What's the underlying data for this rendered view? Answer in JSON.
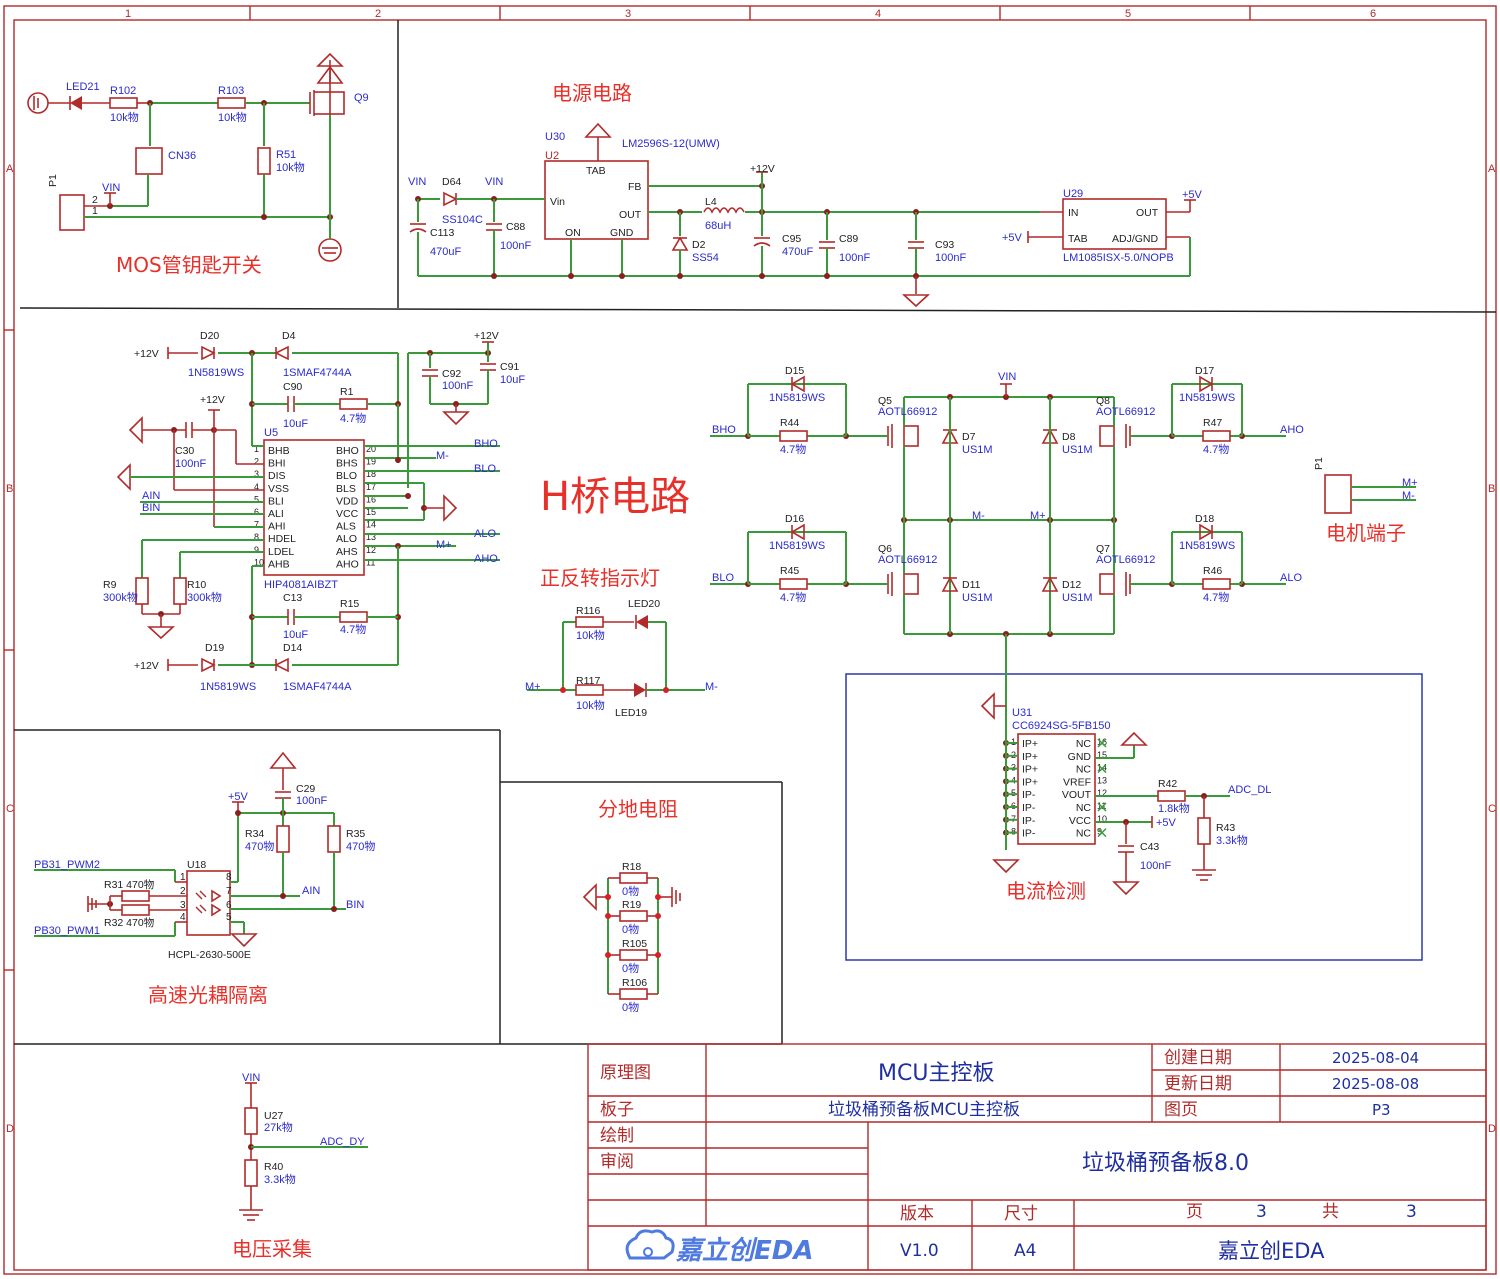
{
  "sheet": {
    "columns": [
      "1",
      "2",
      "3",
      "4",
      "5",
      "6"
    ],
    "rows": [
      "A",
      "B",
      "C",
      "D"
    ]
  },
  "sections": {
    "mos_switch": "MOS管钥匙开关",
    "power": "电源电路",
    "hbridge": "H桥电路",
    "direction_led": "正反转指示灯",
    "motor_terminal": "电机端子",
    "current_sense": "电流检测",
    "optocoupler": "高速光耦隔离",
    "ground_split": "分地电阻",
    "voltage_sense": "电压采集"
  },
  "mos_switch": {
    "led": "LED21",
    "r102": "R102",
    "r102_val": "10k物",
    "r103": "R103",
    "r103_val": "10k物",
    "r51": "R51",
    "r51_val": "10k物",
    "cn36": "CN36",
    "q9": "Q9",
    "p1": "P1",
    "vin": "VIN",
    "pin2": "2",
    "pin1": "1"
  },
  "power": {
    "u30": "U30",
    "u2": "U2",
    "lm2596": "LM2596S-12(UMW)",
    "pin_tab": "TAB",
    "pin_vin": "Vin",
    "pin_fb": "FB",
    "pin_out": "OUT",
    "pin_on": "ON",
    "pin_gnd": "GND",
    "vin1": "VIN",
    "vin2": "VIN",
    "d64": "D64",
    "d64_val": "SS104C",
    "c113": "C113",
    "c113_val": "470uF",
    "c88": "C88",
    "c88_val": "100nF",
    "l4": "L4",
    "l4_val": "68uH",
    "d2": "D2",
    "d2_val": "SS54",
    "p12v": "+12V",
    "c95": "C95",
    "c95_val": "470uF",
    "c89": "C89",
    "c89_val": "100nF",
    "c93": "C93",
    "c93_val": "100nF",
    "u29": "U29",
    "lm1085": "LM1085ISX-5.0/NOPB",
    "pin_in": "IN",
    "pin_out2": "OUT",
    "pin_tab2": "TAB",
    "pin_adj": "ADJ/GND",
    "p5v_a": "+5V",
    "p5v_b": "+5V"
  },
  "driver": {
    "d20": "D20",
    "d20_val": "1N5819WS",
    "d4": "D4",
    "d4_val": "1SMAF4744A",
    "c90": "C90",
    "c90_val": "10uF",
    "r1": "R1",
    "r1_val": "4.7物",
    "c92": "C92",
    "c92_val": "100nF",
    "c91": "C91",
    "c91_val": "10uF",
    "c30": "C30",
    "c30_val": "100nF",
    "u5": "U5",
    "part": "HIP4081AIBZT",
    "left_pins": [
      "BHB",
      "BHI",
      "DIS",
      "VSS",
      "BLI",
      "ALI",
      "AHI",
      "HDEL",
      "LDEL",
      "AHB"
    ],
    "right_pins": [
      "BHO",
      "BHS",
      "BLO",
      "BLS",
      "VDD",
      "VCC",
      "ALS",
      "ALO",
      "AHS",
      "AHO"
    ],
    "nets_right": [
      "BHO",
      "M-",
      "BLO",
      "ALO",
      "M+",
      "AHO"
    ],
    "ain": "AIN",
    "bin": "BIN",
    "r9": "R9",
    "r9_val": "300k物",
    "r10": "R10",
    "r10_val": "300k物",
    "c13": "C13",
    "c13_val": "10uF",
    "r15": "R15",
    "r15_val": "4.7物",
    "d19": "D19",
    "d19_val": "1N5819WS",
    "d14": "D14",
    "d14_val": "1SMAF4744A",
    "p12v": "+12V"
  },
  "bridge": {
    "vin": "VIN",
    "d15": "D15",
    "d16": "D16",
    "d17": "D17",
    "d18": "D18",
    "diode_val": "1N5819WS",
    "q5": "Q5",
    "q6": "Q6",
    "q7": "Q7",
    "q8": "Q8",
    "q_val": "AOTL66912",
    "r44": "R44",
    "r45": "R45",
    "r46": "R46",
    "r47": "R47",
    "r_val": "4.7物",
    "d7": "D7",
    "d8": "D8",
    "d11": "D11",
    "d12": "D12",
    "us_val": "US1M",
    "bho": "BHO",
    "blo": "BLO",
    "aho": "AHO",
    "alo": "ALO",
    "mminus": "M-",
    "mplus": "M+"
  },
  "leds": {
    "r116": "R116",
    "r117": "R117",
    "val": "10k物",
    "led20": "LED20",
    "led19": "LED19",
    "mplus": "M+",
    "mminus": "M-"
  },
  "motor": {
    "p1": "P1",
    "mplus": "M+",
    "mminus": "M-"
  },
  "current": {
    "u31": "U31",
    "part": "CC6924SG-5FB150",
    "left_pins": [
      "IP+",
      "IP+",
      "IP+",
      "IP+",
      "IP-",
      "IP-",
      "IP-",
      "IP-"
    ],
    "right_pins": [
      "NC",
      "GND",
      "NC",
      "VREF",
      "VOUT",
      "NC",
      "VCC",
      "NC"
    ],
    "r42": "R42",
    "r42_val": "1.8k物",
    "r43": "R43",
    "r43_val": "3.3k物",
    "c43": "C43",
    "c43_val": "100nF",
    "adc": "ADC_DL",
    "p5v": "+5V"
  },
  "opto": {
    "pwm2": "PB31_PWM2",
    "pwm1": "PB30_PWM1",
    "r31": "R31 470物",
    "r32": "R32 470物",
    "u18": "U18",
    "part": "HCPL-2630-500E",
    "p5v": "+5V",
    "c29": "C29",
    "c29_val": "100nF",
    "r34": "R34",
    "r34_val": "470物",
    "r35": "R35",
    "r35_val": "470物",
    "ain": "AIN",
    "bin": "BIN"
  },
  "gnd_split": {
    "resistors": [
      "R18",
      "R19",
      "R105",
      "R106"
    ],
    "val": "0物"
  },
  "vsense": {
    "vin": "VIN",
    "u27": "U27",
    "u27_val": "27k物",
    "r40": "R40",
    "r40_val": "3.3k物",
    "adc": "ADC_DY"
  },
  "title_block": {
    "schematic_label": "原理图",
    "schematic_name": "MCU主控板",
    "created_label": "创建日期",
    "created": "2025-08-04",
    "updated_label": "更新日期",
    "updated": "2025-08-08",
    "board_label": "板子",
    "board": "垃圾桶预备板MCU主控板",
    "page_label": "图页",
    "page": "P3",
    "drawn_label": "绘制",
    "review_label": "审阅",
    "project": "垃圾桶预备板8.0",
    "version_label": "版本",
    "size_label": "尺寸",
    "page_of": "页",
    "page_num": "3",
    "total_of": "共",
    "total": "3",
    "logo": "嘉立创EDA",
    "version": "V1.0",
    "size": "A4",
    "company": "嘉立创EDA"
  }
}
